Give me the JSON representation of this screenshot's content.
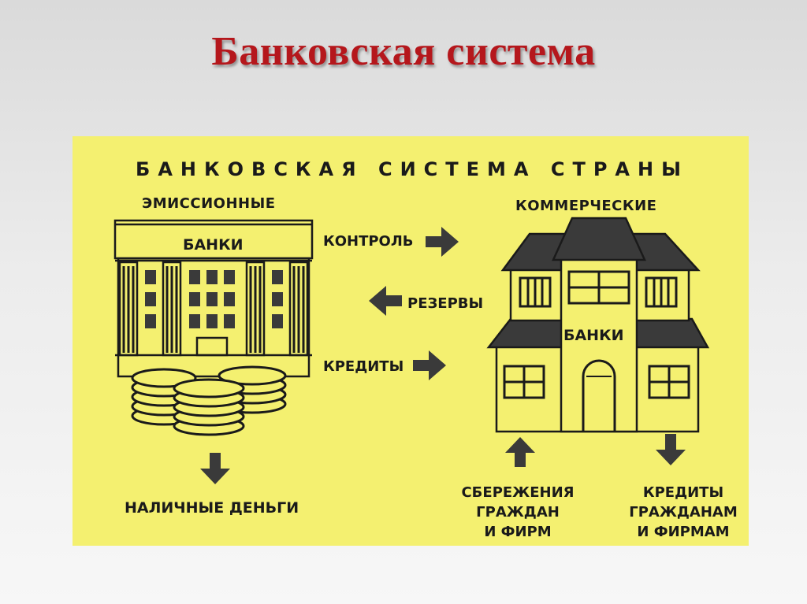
{
  "title": "Банковская система",
  "panel_title": "БАНКОВСКАЯ СИСТЕМА СТРАНЫ",
  "emission": {
    "label_top": "ЭМИССИОННЫЕ",
    "label_building": "БАНКИ",
    "output": "НАЛИЧНЫЕ ДЕНЬГИ"
  },
  "commercial": {
    "label_top": "КОММЕРЧЕСКИЕ",
    "label_building": "БАНКИ"
  },
  "flows": {
    "control": "КОНТРОЛЬ",
    "reserves": "РЕЗЕРВЫ",
    "credits": "КРЕДИТЫ"
  },
  "savings": [
    "СБЕРЕЖЕНИЯ",
    "ГРАЖДАН",
    "И ФИРМ"
  ],
  "loans": [
    "КРЕДИТЫ",
    "ГРАЖДАНАМ",
    "И ФИРМАМ"
  ],
  "colors": {
    "title": "#b5171c",
    "panel": "#f4f070",
    "ink": "#1a1a1a",
    "roof": "#3a3a3a"
  }
}
